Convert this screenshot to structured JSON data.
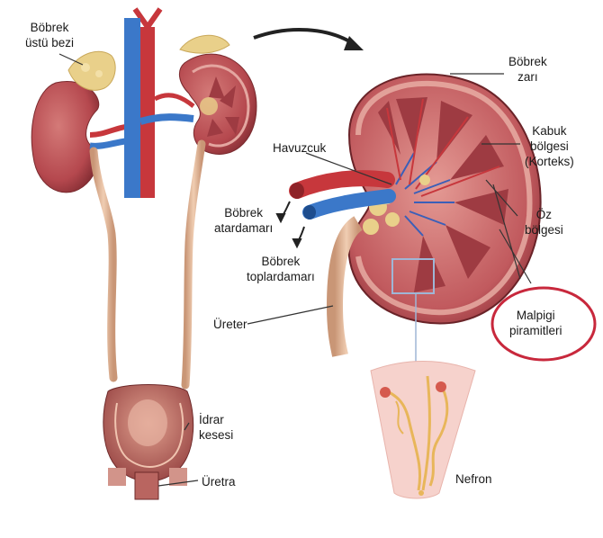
{
  "labels": {
    "adrenal_gland": [
      "Böbrek",
      "üstü bezi"
    ],
    "renal_capsule": [
      "Böbrek",
      "zarı"
    ],
    "cortex": [
      "Kabuk",
      "bölgesi",
      "(Korteks)"
    ],
    "renal_pelvis": "Havuzcuk",
    "renal_artery": [
      "Böbrek",
      "atardamarı"
    ],
    "renal_vein": [
      "Böbrek",
      "toplardamarı"
    ],
    "medulla": [
      "Öz",
      "bölgesi"
    ],
    "ureter": "Üreter",
    "malpighi_pyramids": [
      "Malpigi",
      "piramitleri"
    ],
    "bladder": [
      "İdrar",
      "kesesi"
    ],
    "urethra": "Üretra",
    "nephron": "Nefron"
  },
  "colors": {
    "kidney": "#b5484e",
    "cortex": "#c96a6c",
    "pyramid": "#9e3b42",
    "artery": "#c7373c",
    "vein": "#3b78c9",
    "adrenal": "#e9d08a",
    "ureter": "#e2b89a",
    "highlight_circle": "#c8283c",
    "nephron_bg": "#f6d2cc",
    "arrow": "#222222"
  }
}
